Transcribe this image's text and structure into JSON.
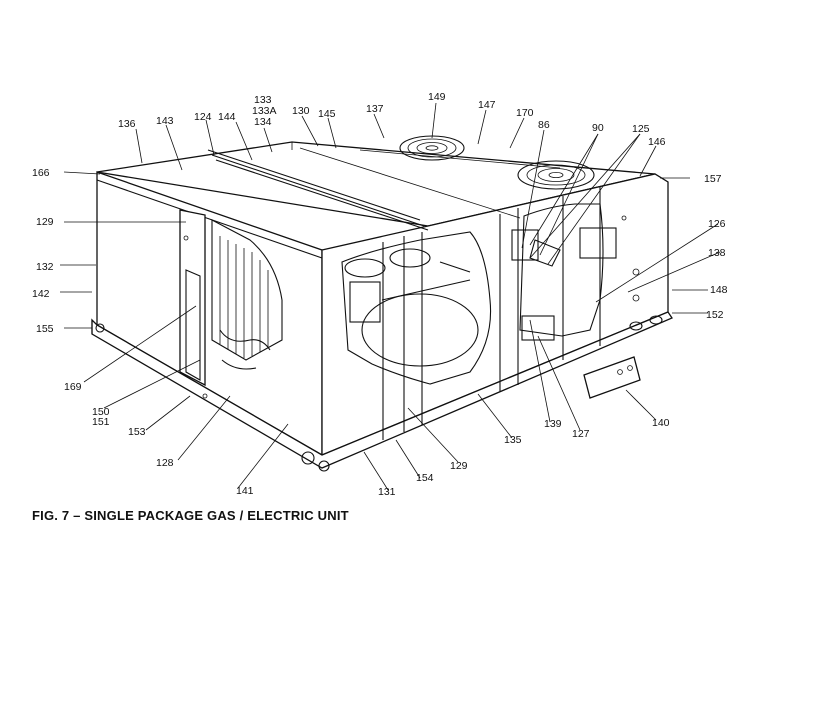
{
  "caption": "FIG. 7 – SINGLE PACKAGE GAS / ELECTRIC UNIT",
  "labels": {
    "l86": "86",
    "l90": "90",
    "l124": "124",
    "l125": "125",
    "l126": "126",
    "l127": "127",
    "l128": "128",
    "l129a": "129",
    "l129b": "129",
    "l130": "130",
    "l131": "131",
    "l132": "132",
    "l133": "133",
    "l133a": "133A",
    "l134": "134",
    "l135": "135",
    "l136": "136",
    "l137": "137",
    "l138": "138",
    "l139": "139",
    "l140": "140",
    "l141": "141",
    "l142": "142",
    "l143": "143",
    "l144": "144",
    "l145": "145",
    "l146": "146",
    "l147": "147",
    "l148": "148",
    "l149": "149",
    "l150": "150",
    "l151": "151",
    "l152": "152",
    "l153": "153",
    "l154": "154",
    "l155": "155",
    "l157": "157",
    "l166": "166",
    "l169": "169",
    "l170": "170"
  }
}
